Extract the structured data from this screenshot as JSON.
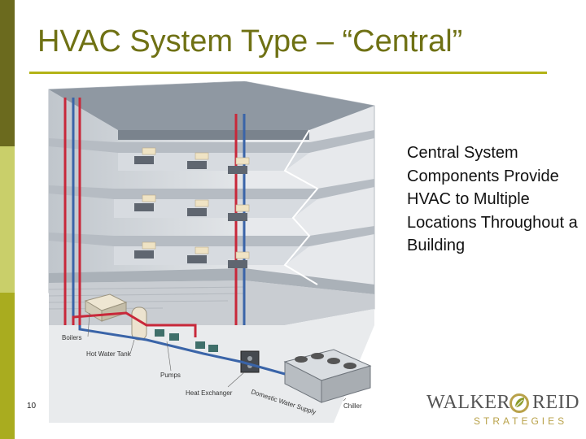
{
  "slide": {
    "title": "HVAC System Type – “Central”",
    "caption": "Central System Components Provide HVAC to Multiple Locations Throughout a Building",
    "slide_number": "10"
  },
  "diagram": {
    "labels": {
      "boilers": "Boilers",
      "hot_water_tank": "Hot Water Tank",
      "pumps": "Pumps",
      "heat_exchanger": "Heat Exchanger",
      "domestic_water_supply": "Domestic Water Supply",
      "chiller": "Chiller"
    }
  },
  "logo": {
    "walker": "WALKER",
    "reid": "REID",
    "strategies": "STRATEGIES"
  },
  "colors": {
    "title": "#6f7114",
    "rule": "#b3b317",
    "sidebar": [
      "#6b6a1e",
      "#c9cf6a",
      "#a9ac1f"
    ],
    "hot_pipe": "#c8283a",
    "cold_pipe": "#3a64a8"
  }
}
